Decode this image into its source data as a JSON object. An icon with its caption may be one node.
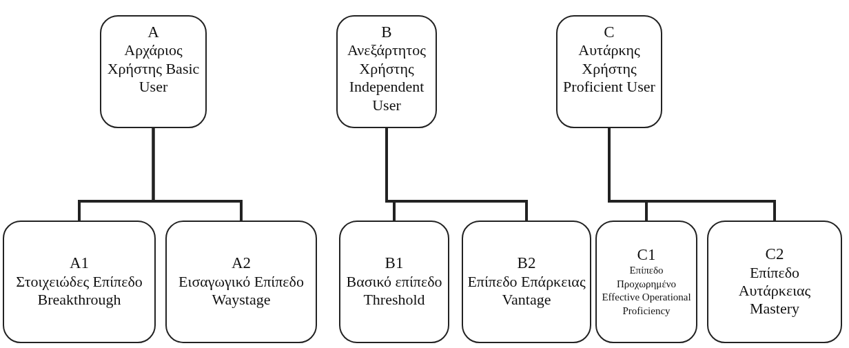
{
  "diagram": {
    "nodes": [
      {
        "text": [
          "A",
          "Αρχάριος Χρήστης Basic User"
        ]
      },
      {
        "text": [
          "B",
          "Ανεξάρτητος Χρήστης Independent User"
        ]
      },
      {
        "text": [
          "C",
          "Αυτάρκης Χρήστης Proficient User"
        ]
      },
      {
        "text": [
          "A1",
          "Στοιχειώδες Επίπεδο Breakthrough"
        ]
      },
      {
        "text": [
          "A2",
          "Εισαγωγικό Επίπεδο Waystage"
        ]
      },
      {
        "text": [
          "B1",
          "Βασικό επίπεδο Threshold"
        ]
      },
      {
        "text": [
          "B2",
          "Επίπεδο Επάρκειας Vantage"
        ]
      },
      {
        "text": [
          "C1",
          "Επίπεδο Προχωρημένο Effective Operational Proficiency"
        ]
      },
      {
        "text": [
          "C2",
          "Επίπεδο Αυτάρκειας Mastery"
        ]
      }
    ],
    "edges": [
      {
        "from": 0,
        "to": 3,
        "arrow": "none"
      },
      {
        "from": 0,
        "to": 4,
        "arrow": "none"
      },
      {
        "from": 1,
        "to": 5,
        "arrow": "none"
      },
      {
        "from": 1,
        "to": 6,
        "arrow": "none"
      },
      {
        "from": 2,
        "to": 7,
        "arrow": "none"
      },
      {
        "from": 2,
        "to": 8,
        "arrow": "none"
      }
    ]
  }
}
